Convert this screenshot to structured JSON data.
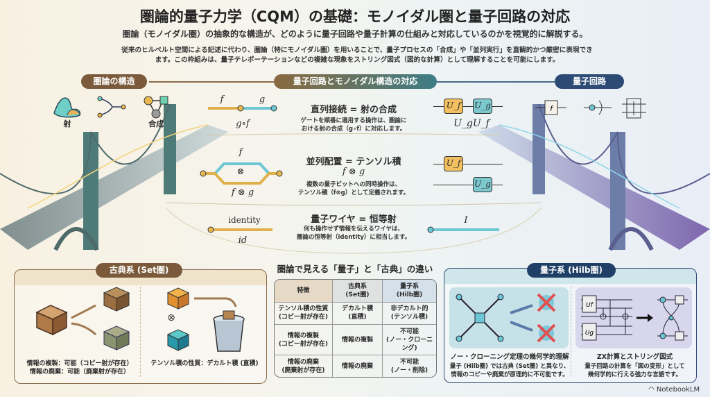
{
  "header": {
    "title": "圏論的量子力学（CQM）の基礎：モノイダル圏と量子回路の対応",
    "subtitle": "圏論（モノイダル圏）の抽象的な構造が、どのように量子回路や量子計算の仕組みと対応しているのかを視覚的に解説する。",
    "intro_line1": "従来のヒルベルト空間による記述に代わり、圏論（特にモノイダル圏）を用いることで、量子プロセスの「合成」や「並列実行」を直観的かつ厳密に表現でき",
    "intro_line2": "ます。この枠組みは、量子テレポーテーションなどの複雑な現象をストリング図式（図的な計算）として理解することを可能にします。"
  },
  "sections": {
    "left": "圏論の構造",
    "center": "量子回路とモノイダル構造の対応",
    "right": "量子回路"
  },
  "left_icons": {
    "morphism": "射",
    "composition": "合成"
  },
  "rows": [
    {
      "title": "直列接続 = 射の合成",
      "desc1": "ゲートを順番に適用する操作は、圏論に",
      "desc2": "おける射の合成（g∘f）に対応します。",
      "left_top_f": "f",
      "left_top_g": "g",
      "left_bottom": "g∘f",
      "gate1": "U_f",
      "gate2": "U_g",
      "right_formula": "U_gU_f"
    },
    {
      "title": "並列配置 = テンソル積",
      "formula": "f ⊗ g",
      "desc1": "複数の量子ビットへの同時操作は、",
      "desc2": "テンソル積（f⊗g）として定義されます。",
      "left_top": "f",
      "left_mid": "⊗",
      "left_bottom": "f ⊗ g",
      "gate1": "U_f",
      "gate2": "U_g"
    },
    {
      "title": "量子ワイヤ = 恒等射",
      "desc1": "何も操作せず情報を伝えるワイヤは、",
      "desc2": "圏論の恒等射（identity）に相当します。",
      "left_top": "identity",
      "left_bottom": "id",
      "right_label": "I"
    }
  ],
  "classical": {
    "title": "古典系 (Set圏)",
    "copy": "情報の複製：可能（コピー射が存在）",
    "delete": "情報の廃棄：可能（廃棄射が存在）",
    "tensor_symbol": "⊗",
    "tensor": "テンソル積の性質：デカルト積 (直積)"
  },
  "comparison": {
    "title": "圏論で見える「量子」と「古典」の違い",
    "headers": [
      [
        "特徴",
        ""
      ],
      [
        "古典系",
        "(Set圏)"
      ],
      [
        "量子系",
        "(Hilb圏)"
      ]
    ],
    "rows": [
      [
        [
          "テンソル積の性質",
          "(コピー射が存在)"
        ],
        [
          "デカルト積",
          "(直積)"
        ],
        [
          "非デカルト的",
          "(テンソル積)"
        ]
      ],
      [
        [
          "情報の複製",
          "(コピー射が存在)"
        ],
        [
          "情報の複製",
          ""
        ],
        [
          "不可能",
          "(ノー・クローニング)"
        ]
      ],
      [
        [
          "情報の廃棄",
          "(廃棄射が存在)"
        ],
        [
          "情報の廃棄",
          ""
        ],
        [
          "不可能",
          "(ノー・削除)"
        ]
      ]
    ]
  },
  "quantum": {
    "title": "量子系 (Hilb圏)",
    "nocloning_title": "ノー・クローニング定理の幾何学的理解",
    "nocloning_desc1": "量子 (Hilb圏) では古典 (Set圏) と異なり、",
    "nocloning_desc2": "情報のコピーや廃棄が原理的に不可能です。",
    "zx_title": "ZX計算とストリング図式",
    "zx_desc1": "量子回路の計算を「図の変形」として",
    "zx_desc2": "幾何学的に行える強力な言語です。",
    "gate_f": "U_f",
    "gate_g": "U_g"
  },
  "footer": {
    "brand": "NotebookLM"
  },
  "colors": {
    "brown": "#7a5a3a",
    "teal": "#3d7d86",
    "navy": "#2c4a74",
    "gold": "#e8b850",
    "cyan": "#6cc6d3"
  }
}
